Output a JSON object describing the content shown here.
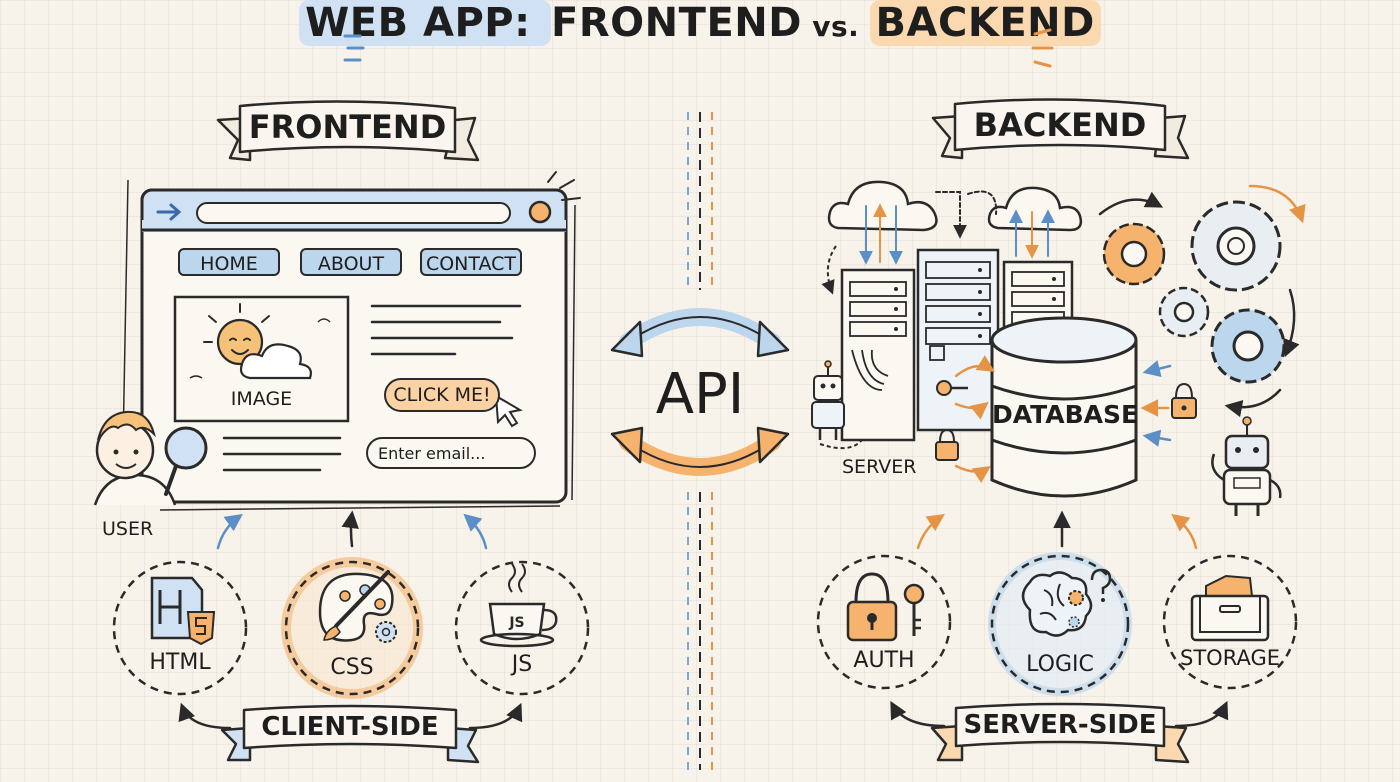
{
  "title": {
    "part1": "WEB APP: ",
    "part2": "FRONTEND",
    "part3": " vs. ",
    "part4": "BACKEND"
  },
  "frontend": {
    "heading": "FRONTEND",
    "nav": [
      "HOME",
      "ABOUT",
      "CONTACT"
    ],
    "image_label": "IMAGE",
    "button_label": "CLICK ME!",
    "email_placeholder": "Enter email...",
    "user_label": "USER",
    "tech": [
      {
        "label": "HTML",
        "icon": "html5-file-icon"
      },
      {
        "label": "CSS",
        "icon": "paint-palette-icon"
      },
      {
        "label": "JS",
        "icon": "coffee-cup-icon"
      }
    ],
    "footer": "CLIENT-SIDE"
  },
  "api": {
    "label": "API"
  },
  "backend": {
    "heading": "BACKEND",
    "server_label": "SERVER",
    "database_label": "DATABASE",
    "services": [
      {
        "label": "AUTH",
        "icon": "padlock-key-icon"
      },
      {
        "label": "LOGIC",
        "icon": "brain-gears-icon"
      },
      {
        "label": "STORAGE",
        "icon": "file-cabinet-icon"
      }
    ],
    "footer": "SERVER-SIDE"
  },
  "colors": {
    "blue": "#bcd6ee",
    "orange": "#f6b36d",
    "ink": "#2a2a2a",
    "paper": "#f8f3ea"
  }
}
